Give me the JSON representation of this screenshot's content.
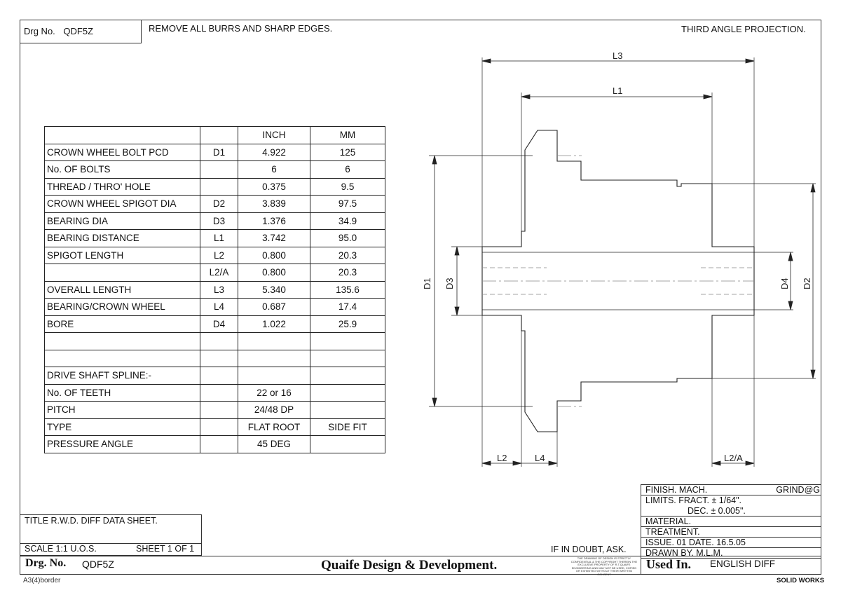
{
  "header": {
    "drg_label": "Drg No.",
    "drg_value": "QDF5Z",
    "note": "REMOVE ALL BURRS AND SHARP EDGES.",
    "projection": "THIRD ANGLE PROJECTION."
  },
  "table": {
    "headers": [
      "",
      "",
      "INCH",
      "MM"
    ],
    "rows": [
      [
        "CROWN WHEEL BOLT PCD",
        "D1",
        "4.922",
        "125"
      ],
      [
        "No. OF BOLTS",
        "",
        "6",
        "6"
      ],
      [
        "THREAD / THRO' HOLE",
        "",
        "0.375",
        "9.5"
      ],
      [
        "CROWN WHEEL SPIGOT DIA",
        "D2",
        "3.839",
        "97.5"
      ],
      [
        "BEARING DIA",
        "D3",
        "1.376",
        "34.9"
      ],
      [
        "BEARING DISTANCE",
        "L1",
        "3.742",
        "95.0"
      ],
      [
        "SPIGOT LENGTH",
        "L2",
        "0.800",
        "20.3"
      ],
      [
        "",
        "L2/A",
        "0.800",
        "20.3"
      ],
      [
        "OVERALL LENGTH",
        "L3",
        "5.340",
        "135.6"
      ],
      [
        "BEARING/CROWN WHEEL",
        "L4",
        "0.687",
        "17.4"
      ],
      [
        "BORE",
        "D4",
        "1.022",
        "25.9"
      ],
      [
        "",
        "",
        "",
        ""
      ],
      [
        "",
        "",
        "",
        ""
      ],
      [
        "DRIVE SHAFT SPLINE:-",
        "",
        "",
        ""
      ],
      [
        "No. OF TEETH",
        "",
        "22 or 16",
        ""
      ],
      [
        "PITCH",
        "",
        "24/48 DP",
        ""
      ],
      [
        "TYPE",
        "",
        "FLAT ROOT",
        "SIDE FIT"
      ],
      [
        "PRESSURE ANGLE",
        "",
        "45 DEG",
        ""
      ]
    ]
  },
  "drawing": {
    "dims": {
      "l3": "L3",
      "l1": "L1",
      "d1": "D1",
      "d3": "D3",
      "d4": "D4",
      "d2": "D2",
      "l2": "L2",
      "l4": "L4",
      "l2a": "L2/A"
    }
  },
  "title_block": {
    "title": "TITLE  R.W.D. DIFF DATA SHEET.",
    "scale": "SCALE 1:1 U.O.S.",
    "sheet": "SHEET 1 OF 1",
    "drg_label": "Drg. No.",
    "drg_value": "QDF5Z",
    "company": "Quaife Design & Development.",
    "doubt": "IF IN DOUBT, ASK.",
    "copyright": "THE DRAWING OF DESIGN IS STRICTLY CONFIDENTIAL & THE COPYRIGHT THEREIN THE EXCLUSIVE PROPERTY OF R.T.QUAIFE ENGINEERING AND MAY NOT BE USED, COPIED OR EXHIBITED WITHOUT THEIR WRITTEN CONSENT",
    "finish": "FINISH. MACH.",
    "finish_right": "GRIND@G",
    "limits": "LIMITS. FRACT. ± 1/64\".",
    "dec": "DEC. ± 0.005\".",
    "material": "MATERIAL.",
    "treatment": "TREATMENT.",
    "issue": "ISSUE. 01   DATE. 16.5.05",
    "drawn": "DRAWN BY. M.L.M.",
    "used_label": "Used In.",
    "used_value": "ENGLISH DIFF",
    "border": "A3(4)border",
    "software": "SOLID WORKS"
  }
}
